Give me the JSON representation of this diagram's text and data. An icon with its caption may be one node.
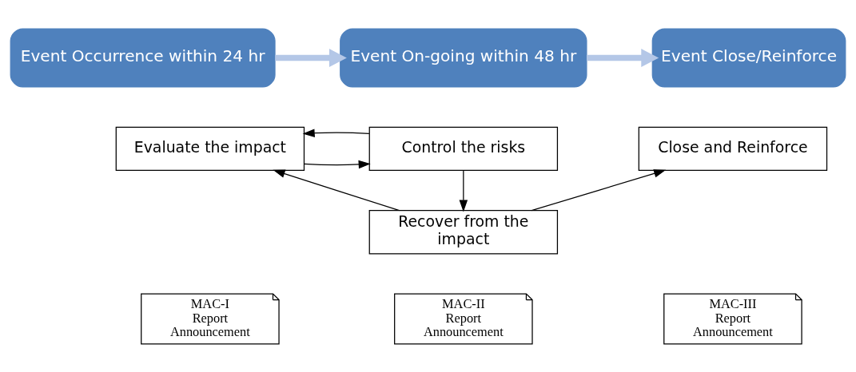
{
  "diagram": {
    "nodes": [
      {
        "text": [
          "Event Occurrence within 24 hr"
        ]
      },
      {
        "text": [
          "Event On-going within 48 hr"
        ]
      },
      {
        "text": [
          "Event Close/Reinforce"
        ]
      },
      {
        "text": [
          "Evaluate the impact"
        ]
      },
      {
        "text": [
          "Control the risks"
        ]
      },
      {
        "text": [
          "Recover from the impact"
        ]
      },
      {
        "text": [
          "Close and Reinforce"
        ]
      },
      {
        "text": [
          "MAC-I Report Announcement"
        ]
      },
      {
        "text": [
          "MAC-II Report Announcement"
        ]
      },
      {
        "text": [
          "MAC-III Report Announcement"
        ]
      }
    ],
    "edges": [
      {
        "from": 0,
        "to": 1,
        "arrow": "to",
        "style": "thick",
        "color": "#b4c7e7"
      },
      {
        "from": 1,
        "to": 2,
        "arrow": "to",
        "style": "thick",
        "color": "#b4c7e7"
      },
      {
        "from": 3,
        "to": 4,
        "arrow": "to"
      },
      {
        "from": 4,
        "to": 5,
        "arrow": "to"
      },
      {
        "from": 4,
        "to": 3,
        "arrow": "to"
      },
      {
        "from": 5,
        "to": 3,
        "arrow": "to"
      },
      {
        "from": 5,
        "to": 6,
        "arrow": "to"
      }
    ]
  }
}
